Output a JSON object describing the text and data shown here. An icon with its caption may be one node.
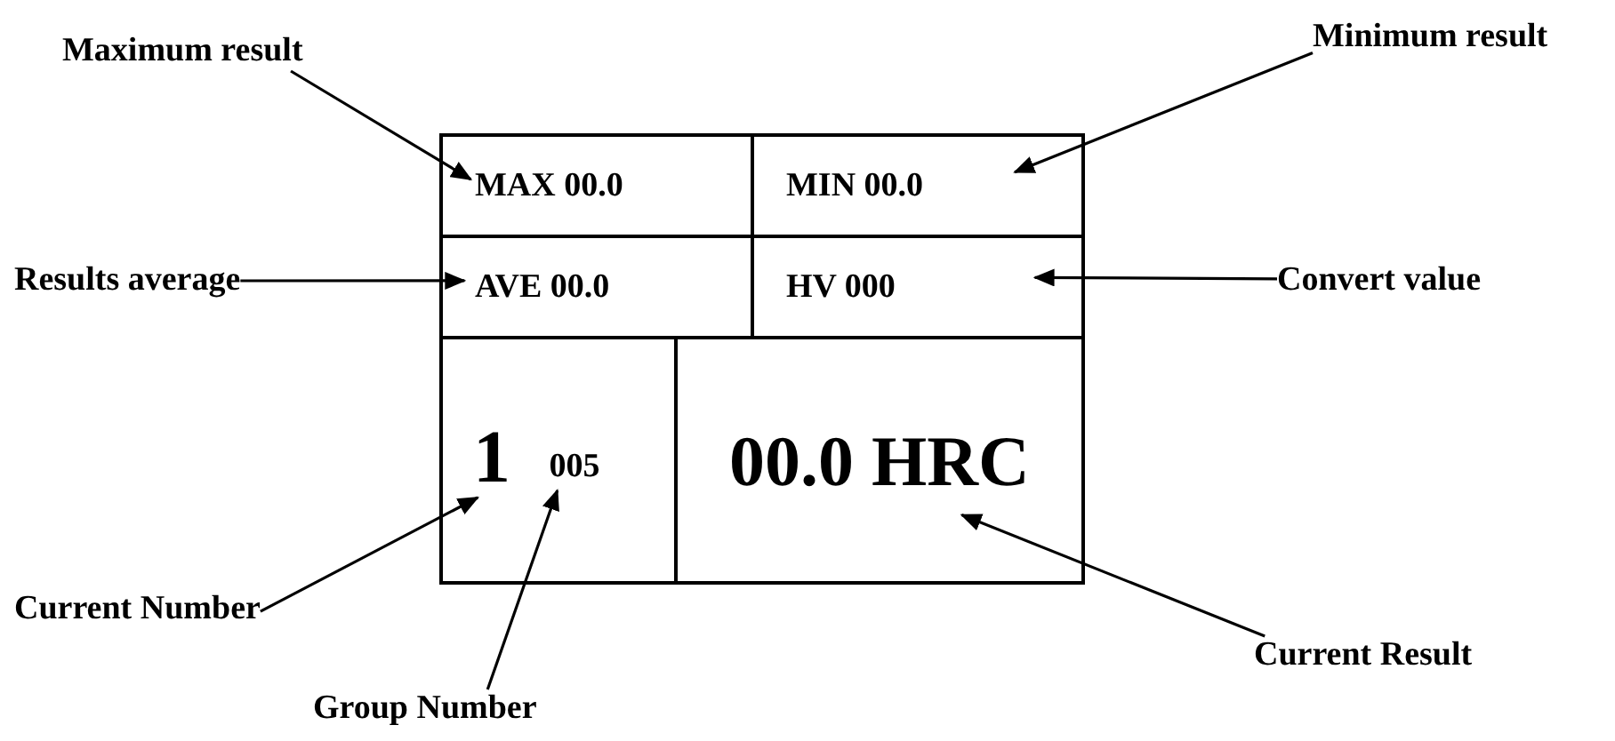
{
  "diagram": {
    "nodes": [
      {
        "text": [],
        "shape": "box"
      },
      {
        "text": [
          "MAX 00.0"
        ],
        "in": 0
      },
      {
        "text": [
          "MIN 00.0"
        ],
        "in": 0
      },
      {
        "text": [
          "AVE 00.0"
        ],
        "in": 0
      },
      {
        "text": [
          "HV 000"
        ],
        "in": 0
      },
      {
        "text": [],
        "shape": "box",
        "in": 0
      },
      {
        "text": [
          "1"
        ],
        "in": 5
      },
      {
        "text": [
          "005"
        ],
        "in": 5
      },
      {
        "text": [
          "00.0 HRC"
        ],
        "in": 0
      },
      {
        "text": [
          "Maximum result"
        ]
      },
      {
        "text": [
          "Minimum result"
        ]
      },
      {
        "text": [
          "Results average"
        ]
      },
      {
        "text": [
          "Convert value"
        ]
      },
      {
        "text": [
          "Current Number"
        ]
      },
      {
        "text": [
          "Group Number"
        ]
      },
      {
        "text": [
          "Current Result"
        ]
      }
    ],
    "edges": [
      {
        "from": 9,
        "to": 1,
        "arrow": "to"
      },
      {
        "from": 10,
        "to": 2,
        "arrow": "to"
      },
      {
        "from": 11,
        "to": 3,
        "arrow": "to"
      },
      {
        "from": 12,
        "to": 4,
        "arrow": "to"
      },
      {
        "from": 13,
        "to": 6,
        "arrow": "to"
      },
      {
        "from": 14,
        "to": 7,
        "arrow": "to"
      },
      {
        "from": 15,
        "to": 8,
        "arrow": "to"
      }
    ]
  }
}
